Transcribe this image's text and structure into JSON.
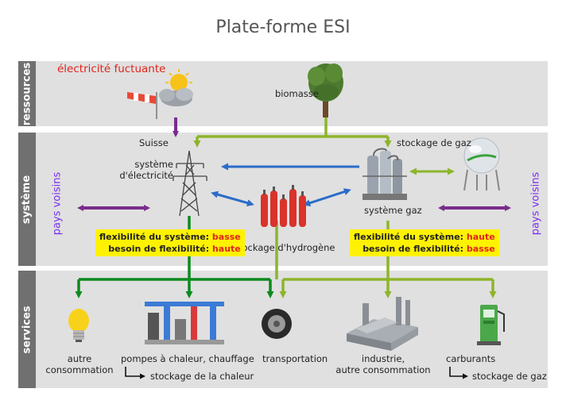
{
  "title": "Plate-forme ESI",
  "bands": {
    "ressources": "ressources",
    "systeme": "système",
    "services": "services"
  },
  "resources": {
    "electricity": "électricité fuctuante",
    "biomass": "biomasse"
  },
  "system": {
    "suisse": "Suisse",
    "electricity_line1": "système",
    "electricity_line2": "d'électricité",
    "gas_storage": "stockage de gaz",
    "gas_system": "système gaz",
    "hydrogen_storage": "stockage d'hydrogène",
    "neighbors_left": "pays voisins",
    "neighbors_right": "pays voisins",
    "flex_left": {
      "line1_label": "flexibilité du système:",
      "line1_value": "basse",
      "line2_label": "besoin de flexibilité:",
      "line2_value": "haute"
    },
    "flex_right": {
      "line1_label": "flexibilité du système:",
      "line1_value": "haute",
      "line2_label": "besoin de flexibilité:",
      "line2_value": "basse"
    }
  },
  "services": {
    "other_line1": "autre",
    "other_line2": "consommation",
    "heat_pumps": "pompes à chaleur, chauffage",
    "heat_storage": "stockage de la chaleur",
    "transport": "transportation",
    "industry_line1": "industrie,",
    "industry_line2": "autre consommation",
    "fuels": "carburants",
    "gas_storage": "stockage de gaz"
  },
  "colors": {
    "electricity": "#7a2c8c",
    "green": "#0b8a1e",
    "light_green": "#8db52b",
    "blue": "#2a6cc8",
    "band_bg": "#e0e0e0",
    "band_label_bg": "#707070",
    "highlight": "#fff200",
    "value_red": "#e0241b",
    "neighbors": "#7a2ff0"
  },
  "icons": {
    "weather": "sun-cloud-windsock-icon",
    "tree": "tree-icon",
    "pylon": "power-pylon-icon",
    "gas_plant": "gas-plant-icon",
    "gas_tank": "gas-sphere-tank-icon",
    "hydrogen": "hydrogen-cylinders-icon",
    "bulb": "light-bulb-icon",
    "heat_pump": "heat-pump-icon",
    "wheel": "tire-icon",
    "factory": "factory-icon",
    "fuel_pump": "fuel-pump-icon"
  }
}
